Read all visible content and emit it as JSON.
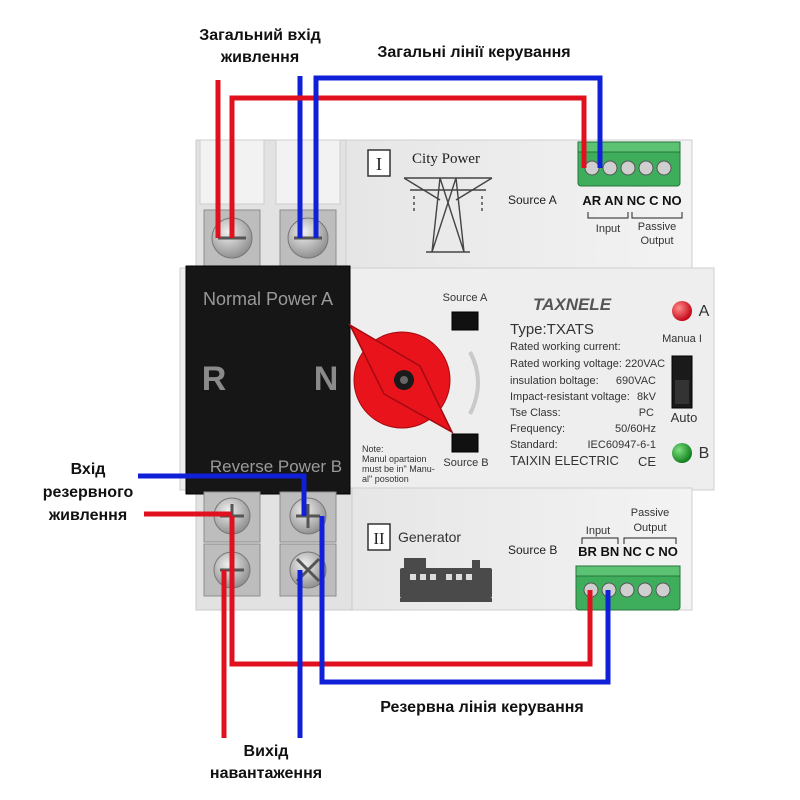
{
  "labels": {
    "main_input_line1": "Загальний вхід",
    "main_input_line2": "живлення",
    "main_control": "Загальні лінії керування",
    "backup_input_line1": "Вхід",
    "backup_input_line2": "резервного",
    "backup_input_line3": "живлення",
    "backup_control": "Резервна лінія керування",
    "output_line1": "Вихід",
    "output_line2": "навантаження"
  },
  "device": {
    "roman_one": "I",
    "city_power": "City Power",
    "source_a": "Source A",
    "terminals_a": "AR AN NC C NO",
    "input_a": "Input",
    "passive_a_1": "Passive",
    "passive_a_2": "Output",
    "normal_power": "Normal  Power  A",
    "reverse_power": "Reverse  Power  B",
    "big_r": "R",
    "big_n": "N",
    "switch_source_a": "Source A",
    "switch_source_b": "Source B",
    "note_1": "Note:",
    "note_2": "Manul opartaion",
    "note_3": "must be in\" Manu-",
    "note_4": "al\"     posotion",
    "brand": "TAXNELE",
    "type": "Type:TXATS",
    "spec_1": "Rated working current:",
    "spec_2": "Rated working voltage: 220VAC",
    "spec_3_label": "insulation boltage:",
    "spec_3_value": "690VAC",
    "spec_4_label": "Impact-resistant voltage:",
    "spec_4_value": "8kV",
    "spec_5_label": "Tse  Class:",
    "spec_5_value": "PC",
    "spec_6_label": "Frequency:",
    "spec_6_value": "50/60Hz",
    "spec_7_label": "Standard:",
    "spec_7_value": "IEC60947-6-1",
    "maker": "TAIXIN ELECTRIC",
    "ce": "CE",
    "indicator_a": "A",
    "indicator_b": "B",
    "manual": "Manua I",
    "auto": "Auto",
    "roman_two": "II",
    "generator": "Generator",
    "source_b": "Source B",
    "input_b": "Input",
    "passive_b_1": "Passive",
    "passive_b_2": "Output",
    "terminals_b": "BR BN NC C NO"
  },
  "colors": {
    "red_wire": "#e0101e",
    "blue_wire": "#1020d8",
    "terminal_green": "#3fae5c",
    "knob_red": "#e8131b",
    "led_red": "#e3141c",
    "led_green": "#1c9a2a"
  }
}
